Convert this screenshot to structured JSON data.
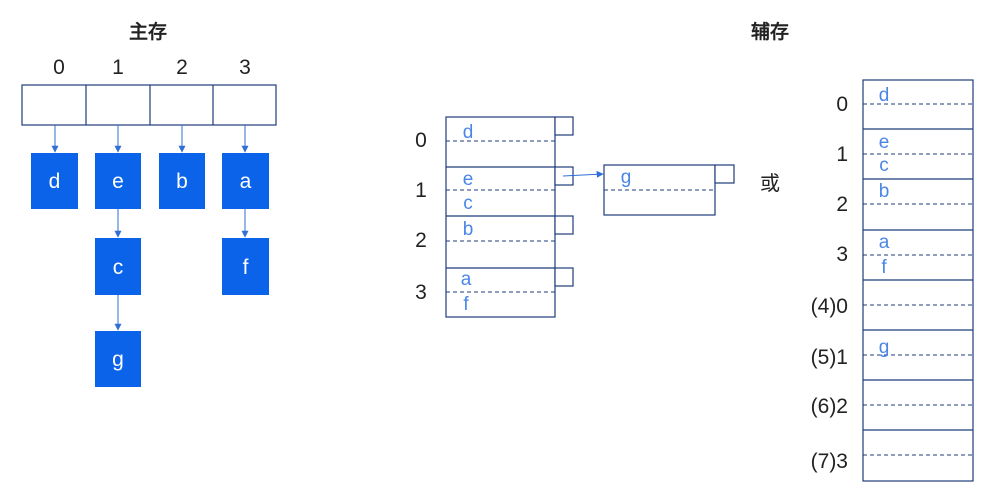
{
  "titles": {
    "main_memory": "主存",
    "aux_memory": "辅存"
  },
  "connector": "或",
  "main_memory": {
    "slot_indices": [
      "0",
      "1",
      "2",
      "3"
    ],
    "chains": [
      [
        "d"
      ],
      [
        "e",
        "c",
        "g"
      ],
      [
        "b"
      ],
      [
        "a",
        "f"
      ]
    ]
  },
  "aux_linked": {
    "bucket_indices": [
      "0",
      "1",
      "2",
      "3"
    ],
    "buckets": [
      [
        "d"
      ],
      [
        "e",
        "c"
      ],
      [
        "b"
      ],
      [
        "a",
        "f"
      ]
    ],
    "overflow_block": [
      "g"
    ]
  },
  "aux_sequential": {
    "block_labels": [
      "0",
      "1",
      "2",
      "3",
      "(4)0",
      "(5)1",
      "(6)2",
      "(7)3"
    ],
    "blocks": [
      [
        "d"
      ],
      [
        "e",
        "c"
      ],
      [
        "b"
      ],
      [
        "a",
        "f"
      ],
      [],
      [
        "g"
      ],
      [],
      []
    ]
  },
  "colors": {
    "node_fill": "#0a63e8",
    "key_text": "#4a86e8",
    "line": "#1f3c7a",
    "arrow": "#2f6fd6"
  }
}
